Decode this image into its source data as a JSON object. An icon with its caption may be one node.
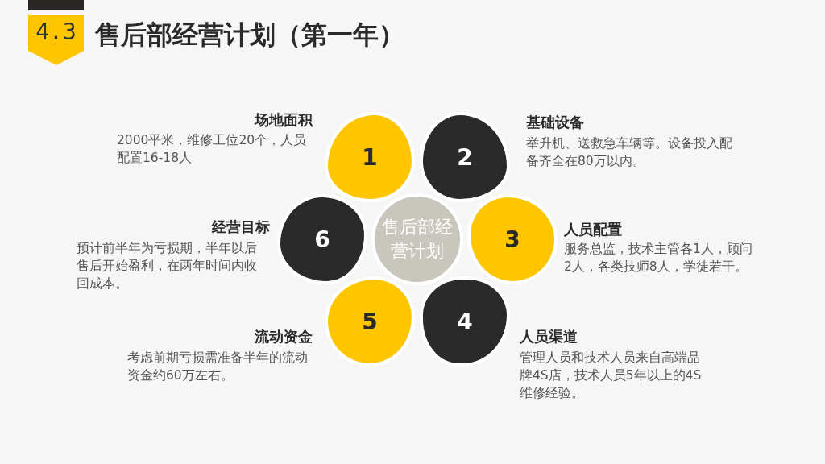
{
  "diagram": {
    "title": "售后部经营计划（第一年）",
    "nodes": [
      {
        "text": [
          "4.3"
        ]
      },
      {
        "text": [
          "售后部经营计划"
        ]
      },
      {
        "text": [
          "1"
        ],
        "beside": [
          "场地面积",
          "2000平米，维修工位20个，人员配置16-18人"
        ]
      },
      {
        "text": [
          "2"
        ],
        "beside": [
          "基础设备",
          "举升机、送救急车辆等。设备投入配备齐全在80万以内。"
        ]
      },
      {
        "text": [
          "3"
        ],
        "beside": [
          "人员配置",
          "服务总监，技术主管各1人，顾问2人，各类技师8人，学徒若干。"
        ]
      },
      {
        "text": [
          "4"
        ],
        "beside": [
          "人员渠道",
          "管理人员和技术人员来自高端品牌4S店，技术人员5年以上的4S维修经验。"
        ]
      },
      {
        "text": [
          "5"
        ],
        "beside": [
          "流动资金",
          "考虑前期亏损需准备半年的流动资金约60万左右。"
        ]
      },
      {
        "text": [
          "6"
        ],
        "beside": [
          "经营目标",
          "预计前半年为亏损期，半年以后售后开始盈利，在两年时间内收回成本。"
        ]
      }
    ]
  }
}
